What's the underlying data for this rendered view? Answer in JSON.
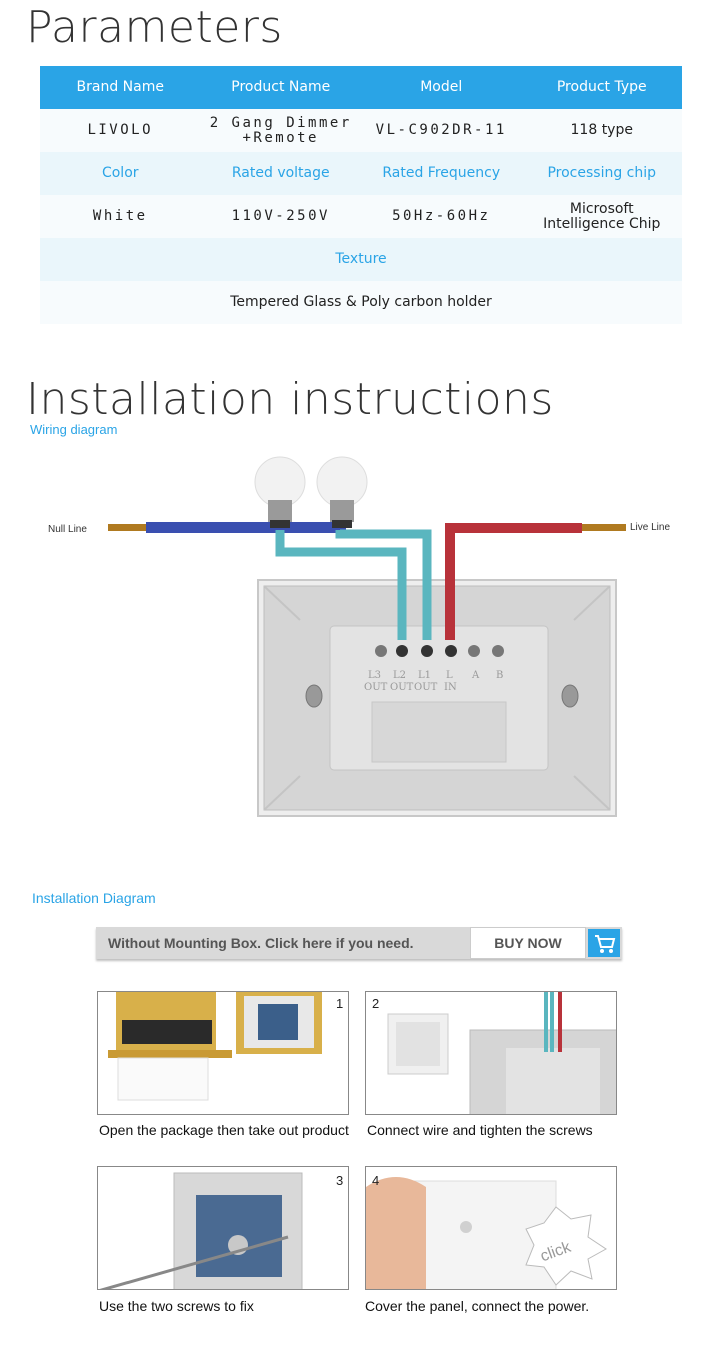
{
  "params": {
    "title": "Parameters",
    "header1": [
      "Brand Name",
      "Product Name",
      "Model",
      "Product Type"
    ],
    "row1": [
      "LIVOLO",
      "2 Gang Dimmer",
      "+Remote",
      "VL-C902DR-11",
      "118 type"
    ],
    "header2": [
      "Color",
      "Rated voltage",
      "Rated Frequency",
      "Processing chip"
    ],
    "row2": [
      "White",
      "110V-250V",
      "50Hz-60Hz",
      "Microsoft",
      "Intelligence Chip"
    ],
    "header3": "Texture",
    "row3": "Tempered Glass & Poly carbon holder"
  },
  "install": {
    "title": "Installation instructions",
    "wiring_label": "Wiring diagram",
    "null_line": "Null Line",
    "live_line": "Live Line",
    "terminals": [
      "L3",
      "L2",
      "L1",
      "L",
      "A",
      "B"
    ],
    "terminal_sub": [
      "OUT",
      "OUT",
      "OUT",
      "IN"
    ],
    "diagram_label": "Installation Diagram"
  },
  "buybar": {
    "text": "Without Mounting Box. Click here if you need.",
    "button": "BUY NOW",
    "icon": "cart-icon"
  },
  "steps": [
    {
      "num": "1",
      "caption": "Open the package then take out product"
    },
    {
      "num": "2",
      "caption": "Connect wire and tighten the screws"
    },
    {
      "num": "3",
      "caption": "Use the two screws to fix"
    },
    {
      "num": "4",
      "caption": "Cover the panel, connect the power."
    }
  ],
  "step4_badge": "click",
  "colors": {
    "accent": "#2aa4e6",
    "null_wire": "#3a4fb0",
    "live_wire": "#b8323a",
    "out_wire": "#5ab6bf"
  }
}
